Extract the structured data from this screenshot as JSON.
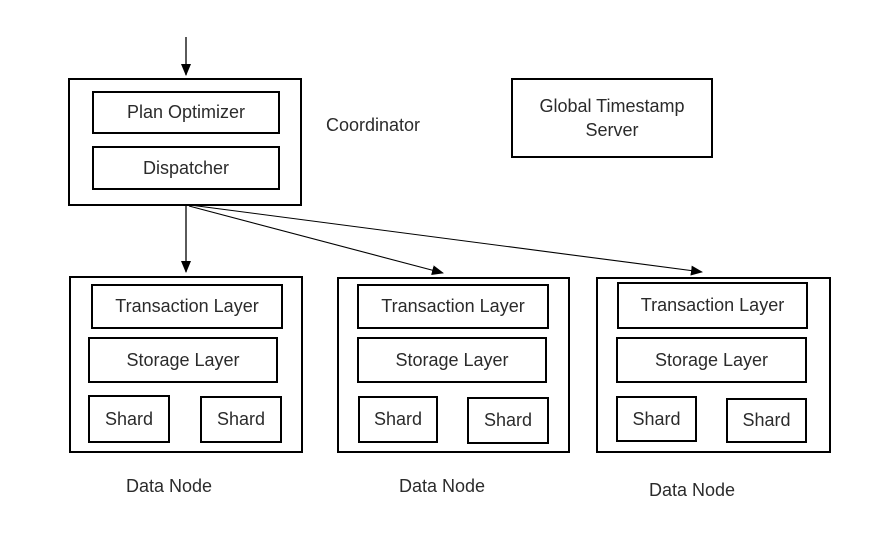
{
  "diagram": {
    "title_semantics": "distributed-database-architecture",
    "coordinator": {
      "label": "Coordinator",
      "modules": [
        "Plan Optimizer",
        "Dispatcher"
      ]
    },
    "global_timestamp_server": {
      "label": "Global Timestamp Server"
    },
    "data_nodes": [
      {
        "label": "Data Node",
        "layers": [
          "Transaction Layer",
          "Storage Layer"
        ],
        "shards": [
          "Shard",
          "Shard"
        ]
      },
      {
        "label": "Data Node",
        "layers": [
          "Transaction Layer",
          "Storage Layer"
        ],
        "shards": [
          "Shard",
          "Shard"
        ]
      },
      {
        "label": "Data Node",
        "layers": [
          "Transaction Layer",
          "Storage Layer"
        ],
        "shards": [
          "Shard",
          "Shard"
        ]
      }
    ],
    "colors": {
      "line": "#000000",
      "text": "#2b2b2b",
      "background": "#ffffff"
    }
  }
}
